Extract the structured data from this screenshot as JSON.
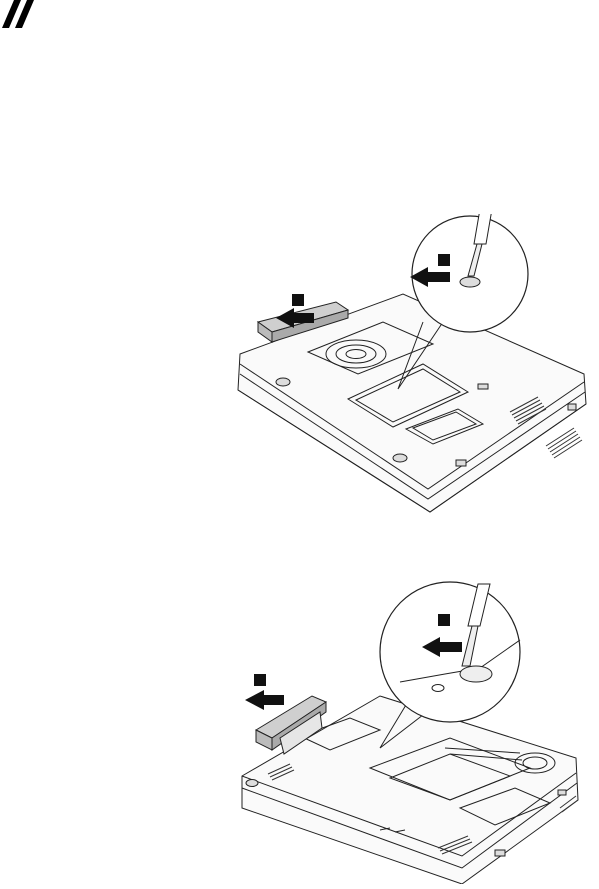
{
  "header": {
    "logo_icon": "double-slash-logo-icon"
  },
  "figures": [
    {
      "name": "figure-optical-drive-removal-top",
      "steps": [
        {
          "id": "step-1",
          "icon": "left-arrow-icon",
          "label": ""
        },
        {
          "id": "step-2",
          "icon": "left-arrow-icon",
          "label": ""
        }
      ],
      "tool_icon": "screwdriver-icon",
      "subject_icon": "laptop-bottom-icon"
    },
    {
      "name": "figure-optical-drive-removal-bottom",
      "steps": [
        {
          "id": "step-1",
          "icon": "left-arrow-icon",
          "label": ""
        },
        {
          "id": "step-2",
          "icon": "left-arrow-icon",
          "label": ""
        }
      ],
      "tool_icon": "screwdriver-icon",
      "subject_icon": "laptop-bottom-icon"
    }
  ]
}
